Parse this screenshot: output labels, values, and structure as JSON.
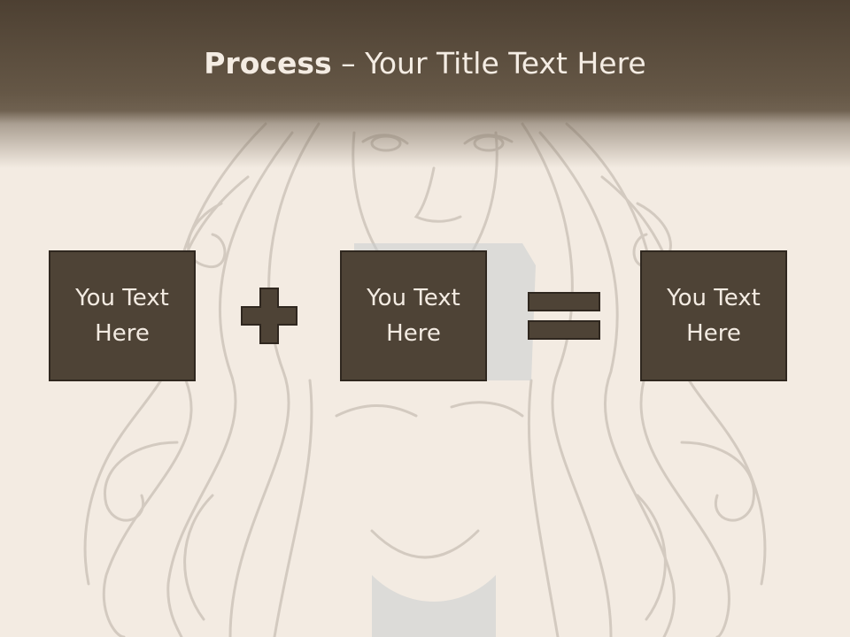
{
  "slide": {
    "title_bold": "Process",
    "title_rest": " – Your Title Text Here",
    "boxes": [
      {
        "text": "You Text Here"
      },
      {
        "text": "You Text Here"
      },
      {
        "text": "You Text Here"
      }
    ],
    "operators": [
      "plus-icon",
      "equals-icon"
    ],
    "colors": {
      "header_dark": "#4d4032",
      "header_light": "#6f6150",
      "box_fill": "#4e4336",
      "box_border": "#2f271f",
      "background": "#f3ebe2",
      "text_light": "#f4ece3"
    }
  }
}
